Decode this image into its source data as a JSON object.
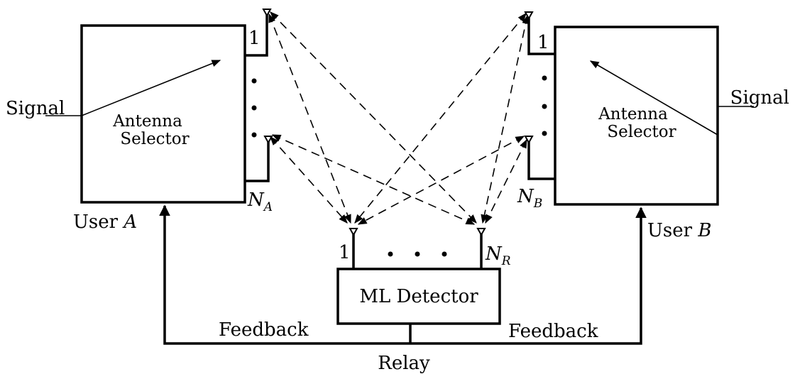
{
  "user_a": {
    "label_prefix": "User ",
    "label_var": "A",
    "selector_line1": "Antenna",
    "selector_line2": "Selector",
    "signal_label": "Signal",
    "antenna_first": "1",
    "antenna_last_base": "N",
    "antenna_last_sub": "A"
  },
  "user_b": {
    "label_prefix": "User ",
    "label_var": "B",
    "selector_line1": "Antenna",
    "selector_line2": "Selector",
    "signal_label": "Signal",
    "antenna_first": "1",
    "antenna_last_base": "N",
    "antenna_last_sub": "B"
  },
  "relay": {
    "detector_label": "ML Detector",
    "antenna_first": "1",
    "antenna_last_base": "N",
    "antenna_last_sub": "R",
    "name": "Relay",
    "feedback_left": "Feedback",
    "feedback_right": "Feedback"
  }
}
